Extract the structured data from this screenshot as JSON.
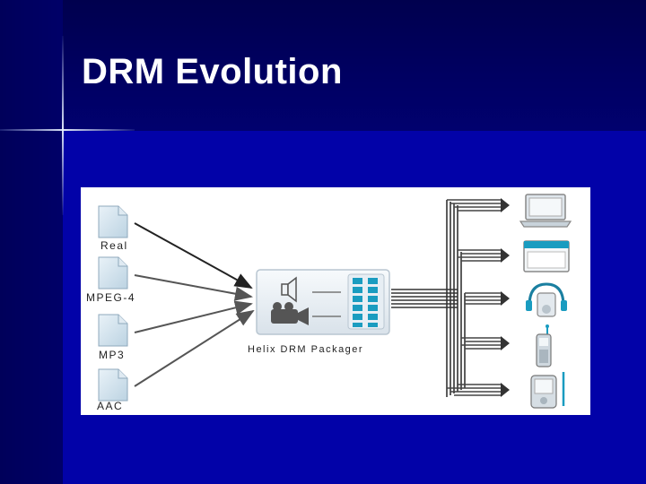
{
  "slide": {
    "title": "DRM Evolution"
  },
  "diagram": {
    "inputs": [
      "Real",
      "MPEG-4",
      "MP3",
      "AAC"
    ],
    "packager_label": "Helix DRM Packager",
    "outputs": [
      "laptop-icon",
      "browser-window-icon",
      "headphone-player-icon",
      "mobile-phone-icon",
      "pda-icon"
    ],
    "colors": {
      "background": "#0202a8",
      "figure_background": "#ffffff",
      "accent": "#1a9cc0"
    }
  }
}
